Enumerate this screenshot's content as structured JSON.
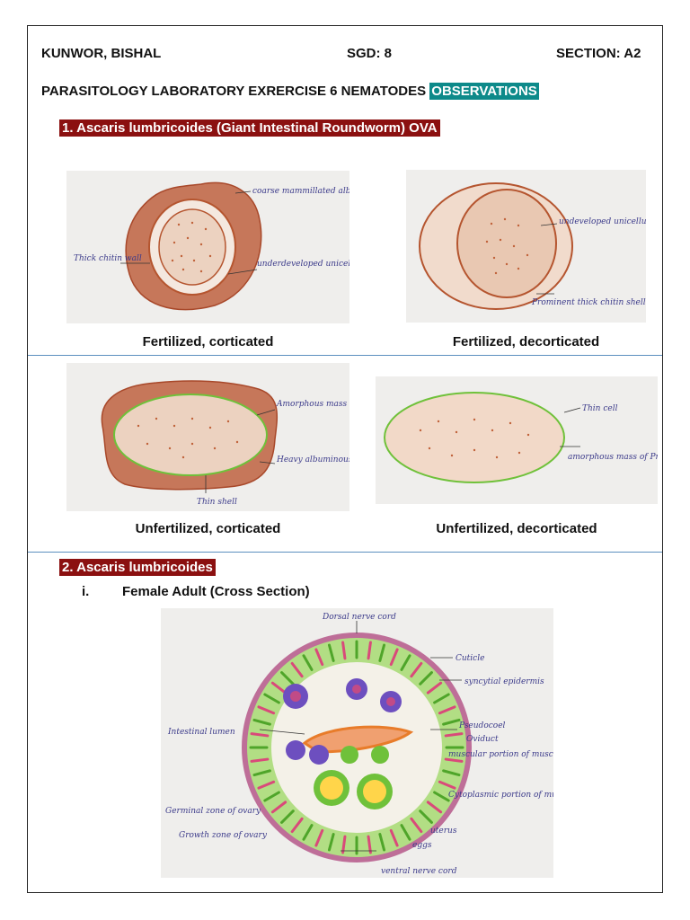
{
  "header": {
    "name": "KUNWOR, BISHAL",
    "sgd": "SGD: 8",
    "section": "SECTION: A2"
  },
  "title": {
    "main": "PARASITOLOGY LABORATORY EXRERCISE 6 NEMATODES ",
    "highlight": "OBSERVATIONS"
  },
  "section1": {
    "heading": "1. Ascaris lumbricoides (Giant Intestinal Roundworm) OVA",
    "figures": [
      {
        "caption": "Fertilized, corticated",
        "labels": [
          "coarse mammillated albuminous material",
          "Thick chitin wall",
          "underdeveloped unicellular embryo"
        ]
      },
      {
        "caption": "Fertilized, decorticated",
        "labels": [
          "undeveloped unicellular embryo",
          "Prominent thick chitin shell"
        ]
      },
      {
        "caption": "Unfertilized, corticated",
        "labels": [
          "Amorphous mass of protoplasm",
          "Heavy albuminous coating",
          "Thin shell"
        ]
      },
      {
        "caption": "Unfertilized, decorticated",
        "labels": [
          "Thin cell",
          "amorphous mass of Protoplasm."
        ]
      }
    ]
  },
  "section2": {
    "heading": "2. Ascaris lumbricoides",
    "subheading_num": "i.",
    "subheading": "Female Adult (Cross Section)",
    "labels": [
      "Dorsal nerve cord",
      "Cuticle",
      "syncytial epidermis",
      "Intestinal lumen",
      "Pseudocoel",
      "Oviduct",
      "muscular portion of muscle cells",
      "Cytoplasmic portion of muscle cells",
      "Germinal zone of ovary",
      "Growth zone of ovary",
      "uterus",
      "eggs",
      "ventral nerve cord"
    ]
  },
  "colors": {
    "brown": "#b5552f",
    "green": "#6fc13a",
    "maroon": "#8b1010",
    "teal": "#0d8a8a"
  }
}
